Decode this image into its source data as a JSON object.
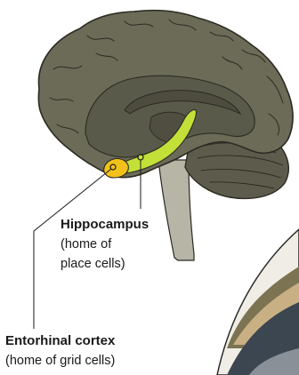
{
  "labels": {
    "hippocampus": {
      "title": "Hippocampus",
      "line1": "(home of",
      "line2": "place cells)"
    },
    "entorhinal": {
      "title": "Entorhinal cortex",
      "line1": "(home of grid cells)"
    }
  },
  "colors": {
    "cortex": "#6c6b58",
    "cortex_fold_line": "#2b2a22",
    "inner_region": "#5a5a4a",
    "brainstem": "#b7b5a6",
    "cerebellum": "#5d5c4c",
    "hippocampus": "#c2e038",
    "entorhinal_cortex": "#f2c21b",
    "leader_line": "#1a1a1a",
    "earth_dark": "#3c4650",
    "earth_tan": "#c9b084",
    "earth_olive": "#7b7352"
  }
}
